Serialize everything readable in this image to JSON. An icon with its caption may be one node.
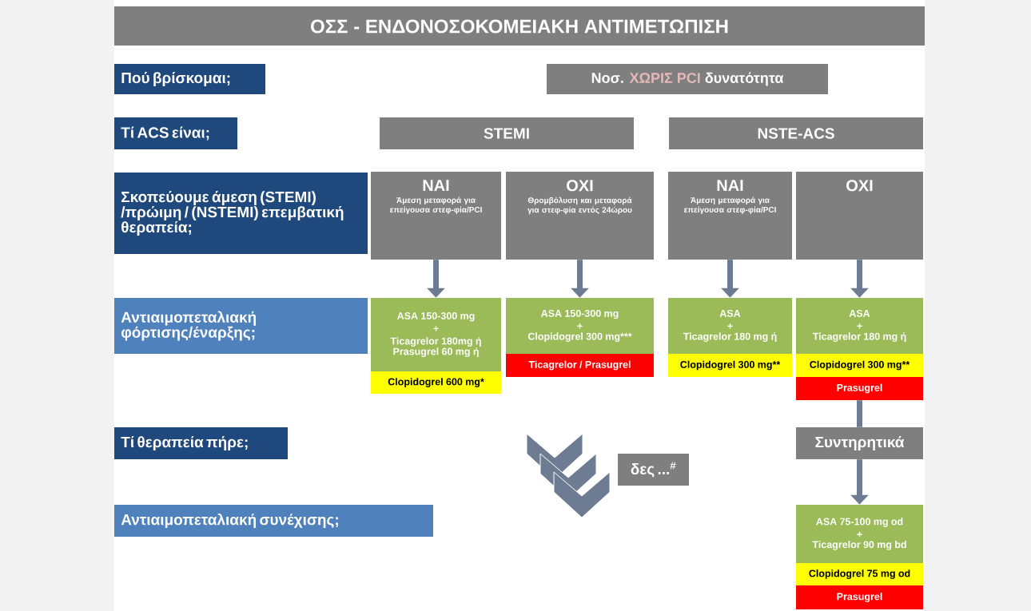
{
  "diagram": {
    "title": "ΟΣΣ - ΕΝΔΟΝΟΣΟΚΟΜΕΙΑΚΗ ΑΝΤΙΜΕΤΩΠΙΣΗ",
    "nodes": [
      {
        "text": [
          "Πού βρίσκομαι;"
        ]
      },
      {
        "text": [
          "Νοσ.",
          "ΧΩΡΙΣ PCI",
          "δυνατότητα"
        ]
      },
      {
        "text": [
          "Τί ACS είναι;"
        ]
      },
      {
        "text": [
          "STEMI"
        ]
      },
      {
        "text": [
          "NSTE-ACS"
        ]
      },
      {
        "text": [
          "Σκοπεύουμε άμεση (STEMI) /πρώιμη / (NSTEMI) επεμβατική θεραπεία;"
        ]
      },
      {
        "text": [
          "ΝΑΙ",
          "Άμεση μεταφορά για επείγουσα στεφ-φία/PCI"
        ]
      },
      {
        "text": [
          "ΟΧΙ",
          "Θρομβόλυση και μεταφορά για στεφ-φία εντός 24ώρου"
        ]
      },
      {
        "text": [
          "ΝΑΙ",
          "Άμεση μεταφορά για επείγουσα στεφ-φία/PCI"
        ]
      },
      {
        "text": [
          "ΟΧΙ"
        ]
      },
      {
        "text": [
          "Αντιαιμοπεταλιακή φόρτισης/έναρξης;"
        ]
      },
      {
        "text": [
          "ASA 150-300 mg",
          "+",
          "Ticagrelor 180mg ή",
          "Prasugrel 60 mg ή"
        ]
      },
      {
        "text": [
          "Clopidogrel 600 mg*"
        ]
      },
      {
        "text": [
          "ASA 150-300 mg",
          "+",
          "Clopidogrel 300 mg***"
        ]
      },
      {
        "text": [
          "Ticagrelor / Prasugrel"
        ]
      },
      {
        "text": [
          "ASA",
          "+",
          "Ticagrelor 180 mg ή"
        ]
      },
      {
        "text": [
          "Clopidogrel 300 mg**"
        ]
      },
      {
        "text": [
          "ASA",
          "+",
          "Ticagrelor 180 mg ή"
        ]
      },
      {
        "text": [
          "Clopidogrel 300 mg**"
        ]
      },
      {
        "text": [
          "Prasugrel"
        ]
      },
      {
        "text": [
          "Τί θεραπεία πήρε;"
        ]
      },
      {
        "text": [
          "δες ...$^{#}$"
        ]
      },
      {
        "text": [
          "Συντηρητικά"
        ]
      },
      {
        "text": [
          "Αντιαιμοπεταλιακή συνέχισης;"
        ]
      },
      {
        "text": [
          "ASA 75-100 mg od",
          "+",
          "Ticagrelor 90 mg bd"
        ]
      },
      {
        "text": [
          "Clopidogrel 75 mg od"
        ]
      },
      {
        "text": [
          "Prasugrel"
        ]
      }
    ],
    "edges": [
      {
        "from": 6,
        "to": 11,
        "arrow": "to"
      },
      {
        "from": 7,
        "to": 13,
        "arrow": "to"
      },
      {
        "from": 8,
        "to": 15,
        "arrow": "to"
      },
      {
        "from": 9,
        "to": 17,
        "arrow": "to"
      },
      {
        "from": 19,
        "to": 22,
        "arrow": "none"
      },
      {
        "from": 22,
        "to": 24,
        "arrow": "to"
      }
    ]
  }
}
